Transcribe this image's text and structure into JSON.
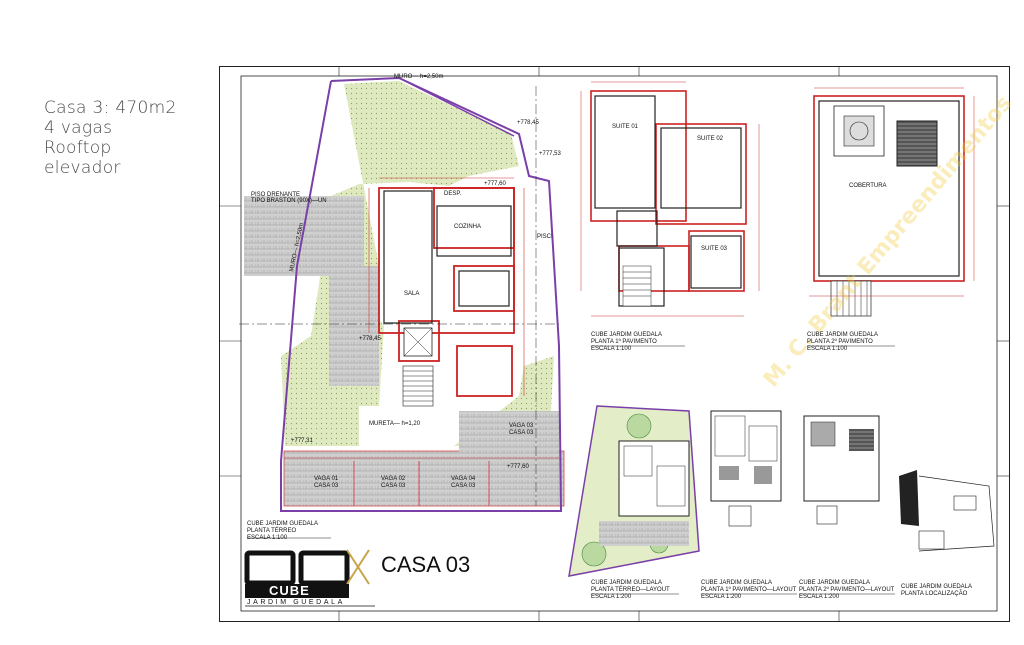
{
  "note": {
    "lines": [
      "Casa 3: 470m2",
      "4 vagas",
      "Rooftop",
      "elevador"
    ],
    "color": "#4a4a4a"
  },
  "colors": {
    "wall": "#cc2222",
    "line": "#222222",
    "lot_boundary": "#7a3fa8",
    "green_area": "#d9e7b5",
    "paving": "#c8c8c8",
    "watermark": "#f0c83c"
  },
  "drawings": {
    "ground_floor": {
      "title": [
        "CUBE JARDIM GUEDALA",
        "PLANTA TÉRREO",
        "ESCALA 1:100"
      ],
      "labels": {
        "piso": "PISO DRENANTE",
        "piso2": "TIPO BRASTON (90X)—UN",
        "desp": "DESP.",
        "cozinha": "COZINHA",
        "sala": "SALA",
        "vaga01": [
          "VAGA  01",
          "CASA  03"
        ],
        "vaga02": [
          "VAGA  02",
          "CASA  03"
        ],
        "vaga04": [
          "VAGA  04",
          "CASA  03"
        ],
        "vaga03": [
          "VAGA  03",
          "CASA  03"
        ],
        "mureta": "MURETA— h=1,20",
        "muro_top": "MURO— h=2,50m",
        "muro_side": "MURO— h=2,50m",
        "piscina": "PISCI",
        "level1": "+778,45",
        "level2": "+777,53",
        "level3": "+777,60",
        "level4": "+778,45",
        "level5": "+777,31",
        "level6": "+777,60"
      }
    },
    "first_floor": {
      "title": [
        "CUBE JARDIM GUEDALA",
        "PLANTA 1º PAVIMENTO",
        "ESCALA 1:100"
      ],
      "labels": {
        "suite1": "SUITE 01",
        "suite2": "SUITE 02",
        "suite3": "SUITE 03"
      }
    },
    "second_floor": {
      "title": [
        "CUBE JARDIM GUEDALA",
        "PLANTA 2º PAVIMENTO",
        "ESCALA 1:100"
      ],
      "labels": {
        "cobertura": "COBERTURA"
      }
    },
    "ground_layout": {
      "title": [
        "CUBE JARDIM GUEDALA",
        "PLANTA TÉRREO—LAYOUT",
        "ESCALA 1:200"
      ]
    },
    "first_layout": {
      "title": [
        "CUBE JARDIM GUEDALA",
        "PLANTA 1º PAVIMENTO—LAYOUT",
        "ESCALA 1:200"
      ]
    },
    "second_layout": {
      "title": [
        "CUBE JARDIM GUEDALA",
        "PLANTA 2º PAVIMENTO—LAYOUT",
        "ESCALA 1:200"
      ]
    },
    "location": {
      "title": [
        "CUBE JARDIM GUEDALA",
        "PLANTA LOCALIZAÇÃO"
      ]
    }
  },
  "logo": {
    "brand": "CUBE",
    "sub": "JARDIM GUEDALA",
    "house": "CASA 03"
  }
}
